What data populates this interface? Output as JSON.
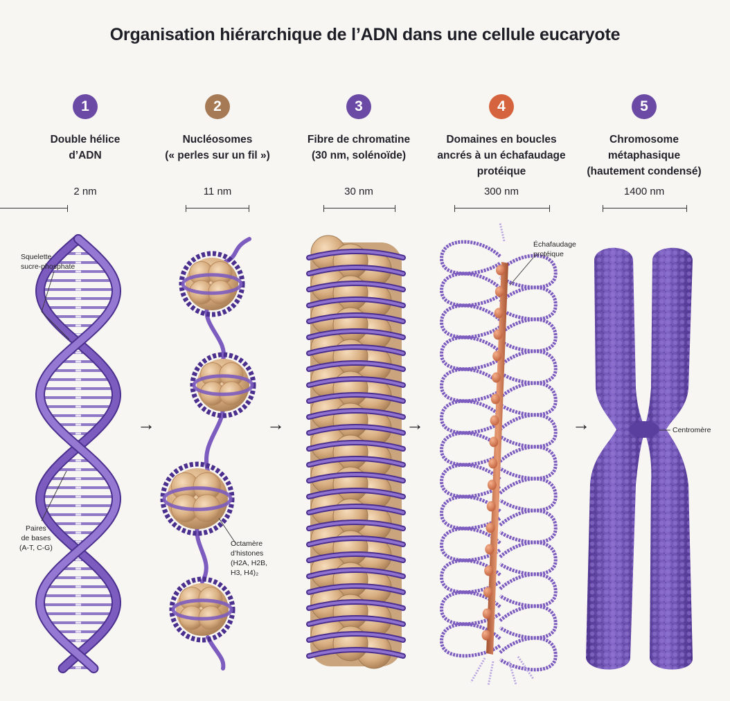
{
  "title": "Organisation hiérarchique de l’ADN dans une cellule eucaryote",
  "stages": [
    {
      "number": "1",
      "color": "#6a4aa5",
      "title_lines": [
        "Double hélice",
        "d’ADN"
      ],
      "size": "2 nm"
    },
    {
      "number": "2",
      "color": "#a57a55",
      "title_lines": [
        "Nucléosomes",
        "(« perles sur un fil »)"
      ],
      "size": "11 nm"
    },
    {
      "number": "3",
      "color": "#6a4aa5",
      "title_lines": [
        "Fibre de chromatine",
        "(30 nm, solénoïde)"
      ],
      "size": "30 nm"
    },
    {
      "number": "4",
      "color": "#d5643e",
      "title_lines": [
        "Domaines en boucles",
        "ancrés à un échafaudage",
        "protéique"
      ],
      "size": "300 nm"
    },
    {
      "number": "5",
      "color": "#6a4aa5",
      "title_lines": [
        "Chromosome",
        "métaphasique",
        "(hautement condensé)"
      ],
      "size": "1400 nm"
    }
  ],
  "annotations": {
    "backbone": [
      "Squelette",
      "sucre-phosphate"
    ],
    "base_pairs": [
      "Paires",
      "de bases",
      "(A-T, C-G)"
    ],
    "histone_octamer": [
      "Octamère",
      "d’histones",
      "(H2A, H2B,",
      "H3, H4)₂"
    ],
    "scaffold": [
      "Échafaudage",
      "protéique"
    ],
    "centromere": "Centromère"
  },
  "arrow_glyph": "→",
  "colors": {
    "dna": "#7c5cbf",
    "dna_dark": "#4b2f8e",
    "histone": "#dcb58a",
    "scaffold": "#c86a44",
    "chromosome": "#6f52b6"
  }
}
